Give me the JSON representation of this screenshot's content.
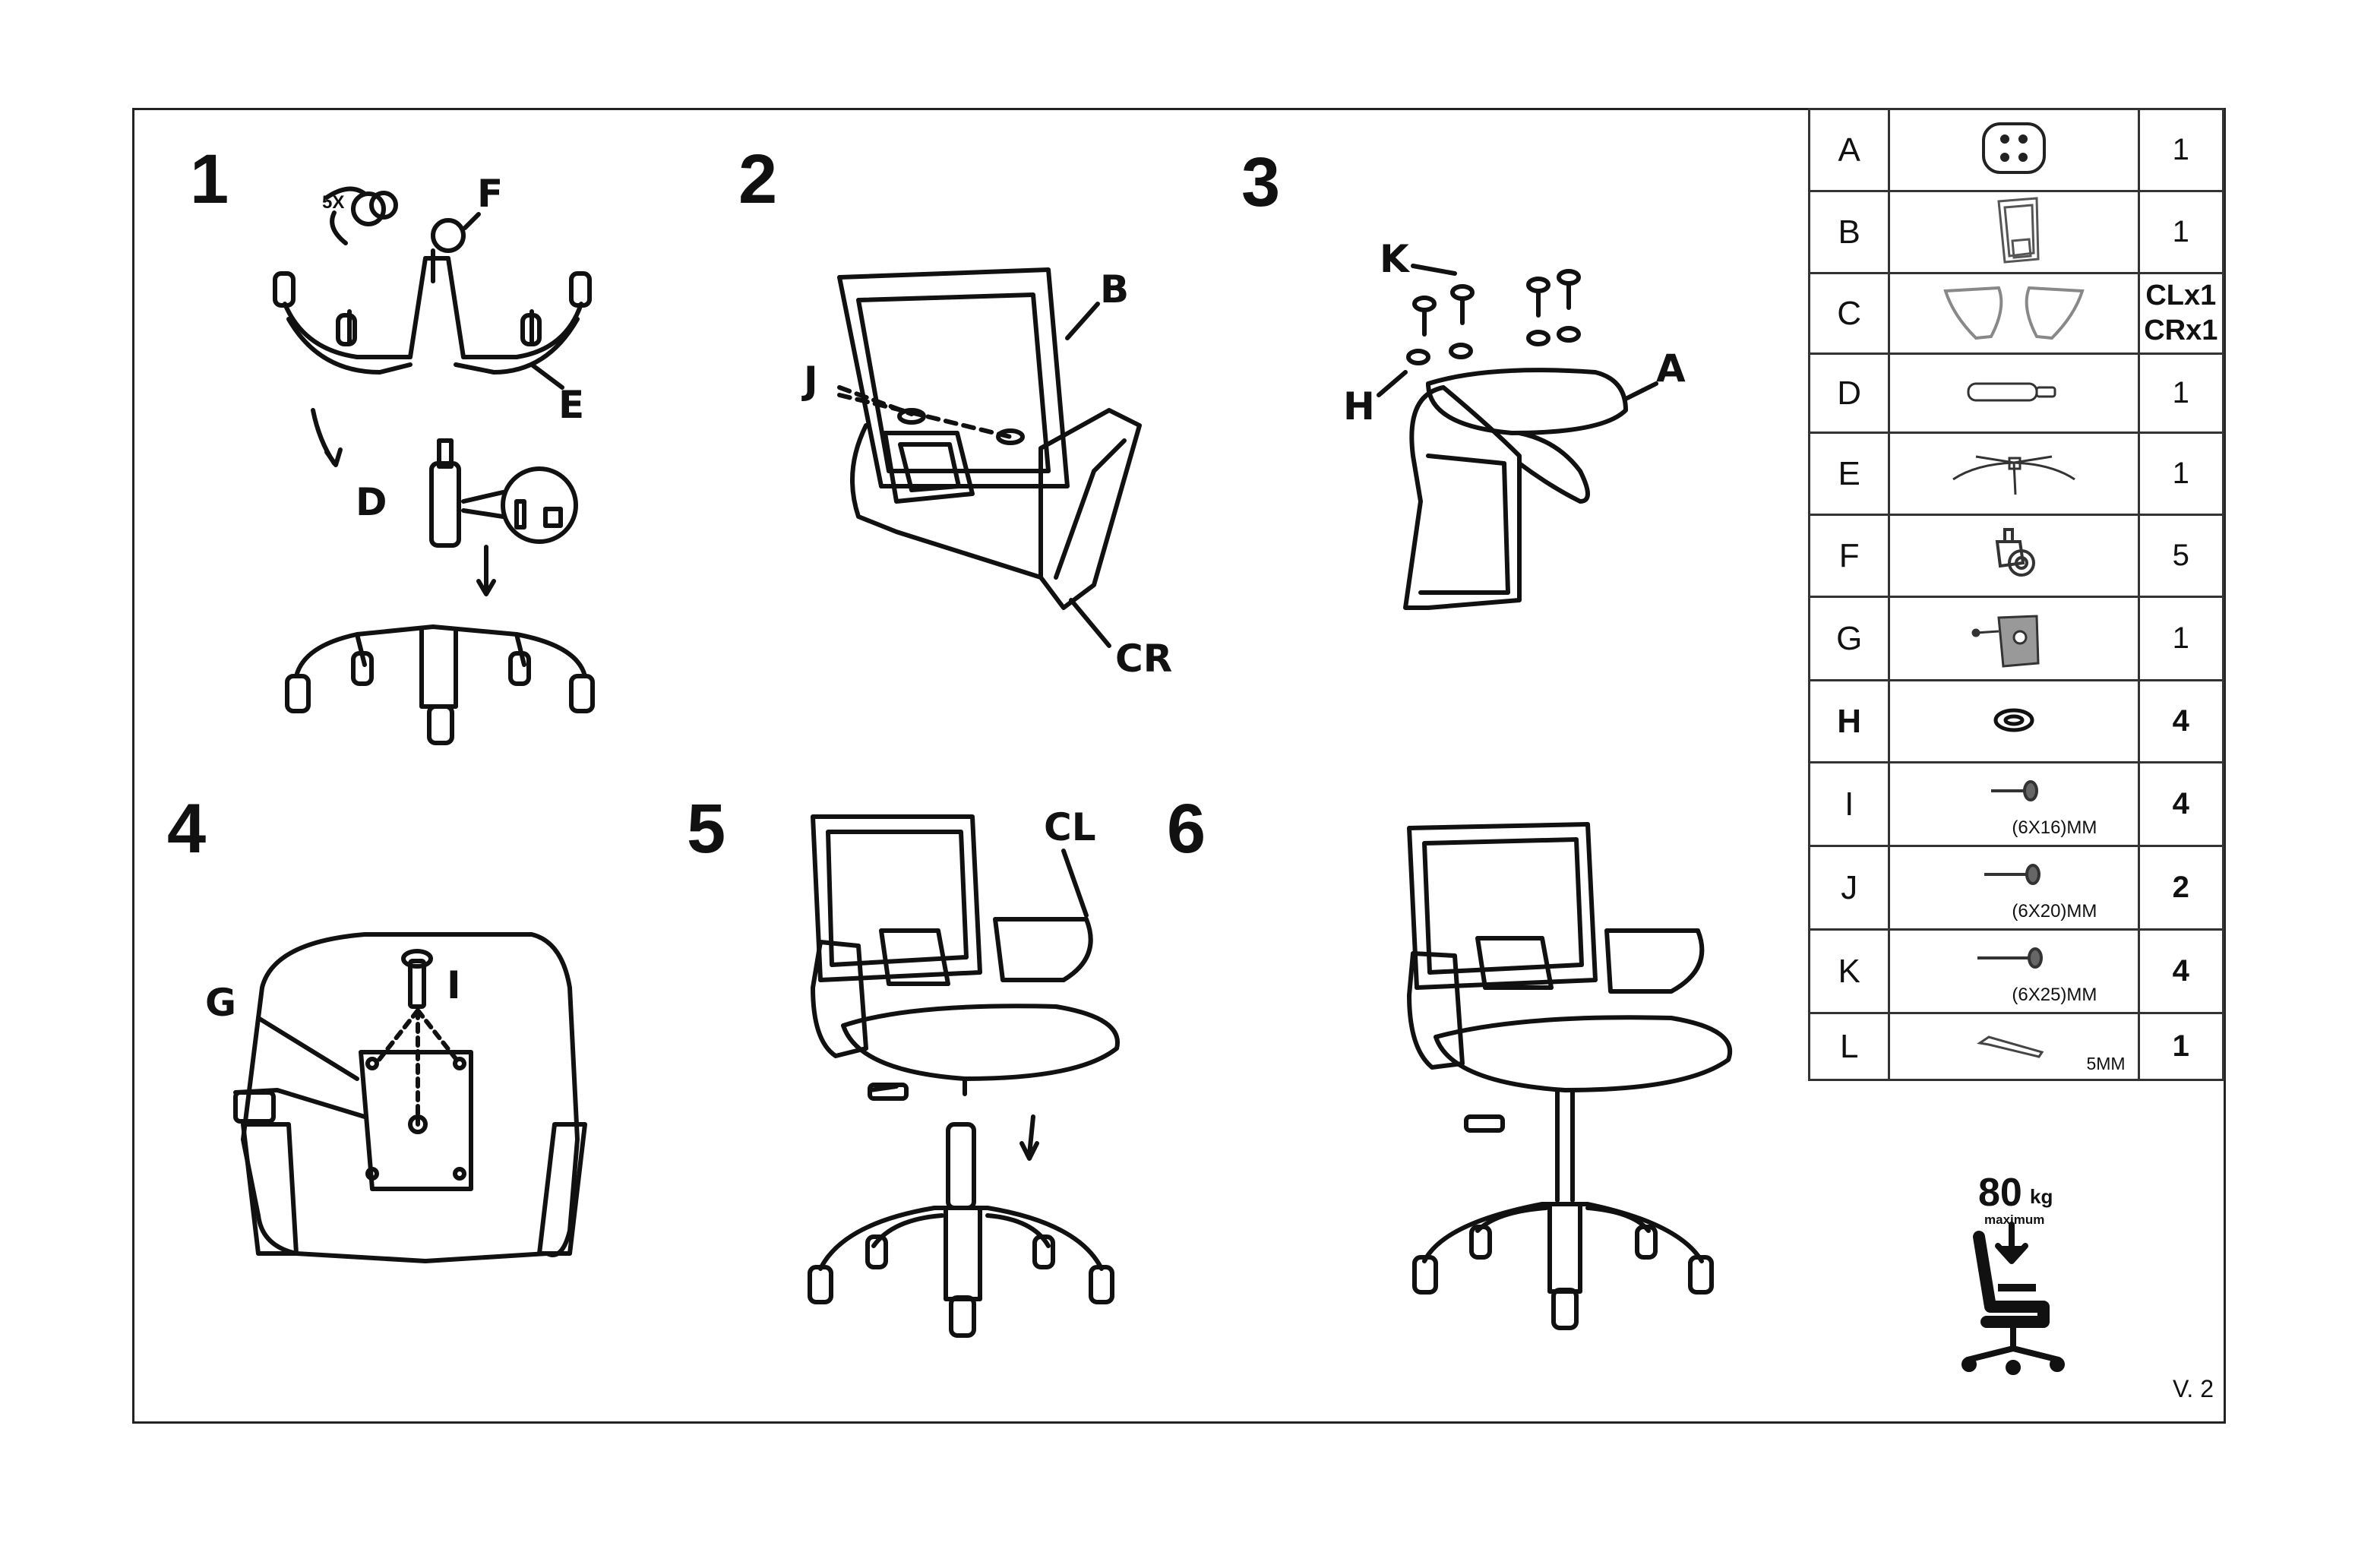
{
  "steps": [
    "1",
    "2",
    "3",
    "4",
    "5",
    "6"
  ],
  "callouts": {
    "s1_F": "F",
    "s1_E": "E",
    "s1_D": "D",
    "s1_5x": "5X",
    "s2_B": "B",
    "s2_J": "J",
    "s2_CR": "CR",
    "s3_K": "K",
    "s3_H": "H",
    "s3_A": "A",
    "s4_G": "G",
    "s4_I": "I",
    "s5_CL": "CL"
  },
  "parts_table": [
    {
      "letter": "A",
      "icon": "seat-pad-icon",
      "qty": "1"
    },
    {
      "letter": "B",
      "icon": "backrest-icon",
      "qty": "1"
    },
    {
      "letter": "C",
      "icon": "armrests-icon",
      "qty": [
        "CLx1",
        "CRx1"
      ]
    },
    {
      "letter": "D",
      "icon": "gas-cylinder-icon",
      "qty": "1"
    },
    {
      "letter": "E",
      "icon": "star-base-icon",
      "qty": "1"
    },
    {
      "letter": "F",
      "icon": "caster-wheel-icon",
      "qty": "5"
    },
    {
      "letter": "G",
      "icon": "tilt-mechanism-icon",
      "qty": "1"
    },
    {
      "letter": "H",
      "icon": "washer-icon",
      "qty": "4"
    },
    {
      "letter": "I",
      "icon": "bolt-icon",
      "dim": "(6X16)MM",
      "qty": "4"
    },
    {
      "letter": "J",
      "icon": "bolt-icon",
      "dim": "(6X20)MM",
      "qty": "2"
    },
    {
      "letter": "K",
      "icon": "bolt-icon",
      "dim": "(6X25)MM",
      "qty": "4"
    },
    {
      "letter": "L",
      "icon": "allen-key-icon",
      "dim": "5MM",
      "qty": "1"
    }
  ],
  "capacity": {
    "value": "80",
    "unit": "kg",
    "note": "maximum"
  },
  "version": "V. 2"
}
